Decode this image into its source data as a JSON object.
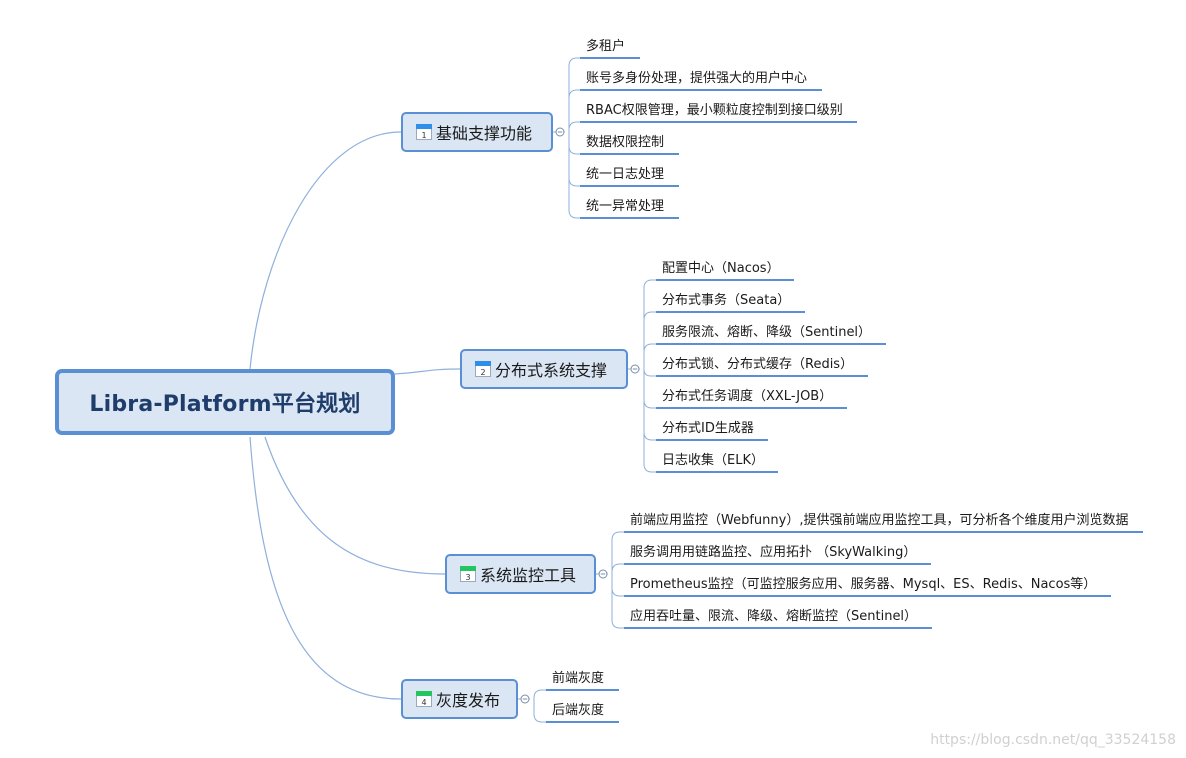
{
  "root": {
    "label": "Libra-Platform平台规划"
  },
  "branches": [
    {
      "label": "基础支撑功能",
      "num": "1",
      "icon": "calendar-blue-icon",
      "items": [
        "多租户",
        "账号多身份处理，提供强大的用户中心",
        "RBAC权限管理，最小颗粒度控制到接口级别",
        "数据权限控制",
        "统一日志处理",
        "统一异常处理"
      ]
    },
    {
      "label": "分布式系统支撑",
      "num": "2",
      "icon": "calendar-blue-icon",
      "items": [
        "配置中心（Nacos）",
        "分布式事务（Seata）",
        "服务限流、熔断、降级（Sentinel）",
        "分布式锁、分布式缓存（Redis）",
        "分布式任务调度（XXL-JOB）",
        "分布式ID生成器",
        "日志收集（ELK）"
      ]
    },
    {
      "label": "系统监控工具",
      "num": "3",
      "icon": "calendar-green-icon",
      "items": [
        "前端应用监控（Webfunny）,提供强前端应用监控工具，可分析各个维度用户浏览数据",
        "服务调用用链路监控、应用拓扑 （SkyWalking）",
        "Prometheus监控（可监控服务应用、服务器、Mysql、ES、Redis、Nacos等）",
        "应用吞吐量、限流、降级、熔断监控（Sentinel）"
      ]
    },
    {
      "label": "灰度发布",
      "num": "4",
      "icon": "calendar-green-icon",
      "items": [
        "前端灰度",
        "后端灰度"
      ]
    }
  ],
  "watermark": "https://blog.csdn.net/qq_33524158",
  "colors": {
    "line": "#5b8fd4",
    "curve": "#8fb0dc",
    "node_fill": "#dbe6f4",
    "blue": "#2e8ee8",
    "green": "#22c55e"
  }
}
